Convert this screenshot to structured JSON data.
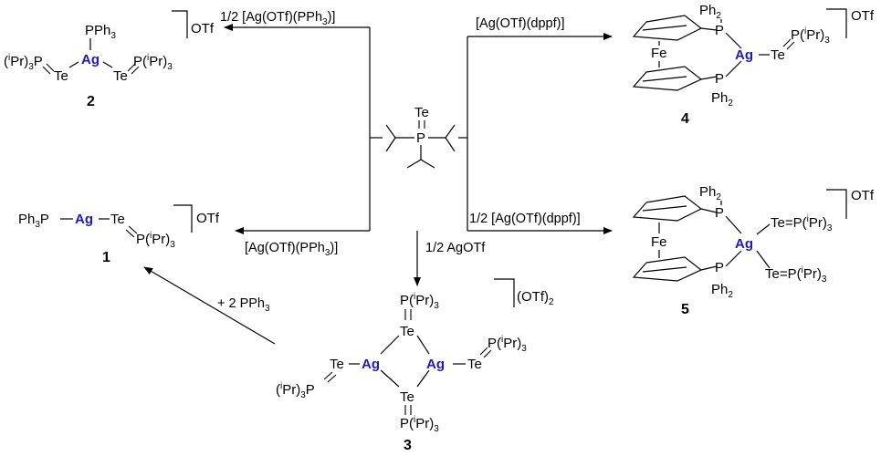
{
  "colors": {
    "silver": "#1a1acc",
    "ink": "#000000"
  },
  "atoms": {
    "te": "Te",
    "ag": "Ag",
    "fe": "Fe",
    "p": "P",
    "ph2": "Ph",
    "ph2_sub": "2",
    "pph3": "PPh",
    "pph3_sub": "3",
    "ph3p": "Ph",
    "ph3p_sub": "3",
    "ph3p_p": "P",
    "pipr_open": "P(",
    "pipr_i": "i",
    "pipr_close": "Pr)",
    "pipr_sub": "3",
    "ipr_open": "(",
    "ipr_i": "i",
    "ipr_close": "Pr)",
    "ipr_sub": "3",
    "ipr_p": "P",
    "te_eq": "Te=P(",
    "otf": "OTf",
    "otf2_open": "(OTf)",
    "otf2_sub": "2"
  },
  "reagents": {
    "to2": "1/2 [Ag(OTf)(PPh",
    "to2_sub": "3",
    "to2_close": ")]",
    "to1": "[Ag(OTf)(PPh",
    "to1_sub": "3",
    "to1_close": ")]",
    "to3": "1/2 AgOTf",
    "to4": "[Ag(OTf)(dppf)]",
    "to5": "1/2 [Ag(OTf)(dppf)]",
    "3to1": "+ 2 PPh",
    "3to1_sub": "3"
  },
  "compounds": {
    "c1": "1",
    "c2": "2",
    "c3": "3",
    "c4": "4",
    "c5": "5"
  }
}
